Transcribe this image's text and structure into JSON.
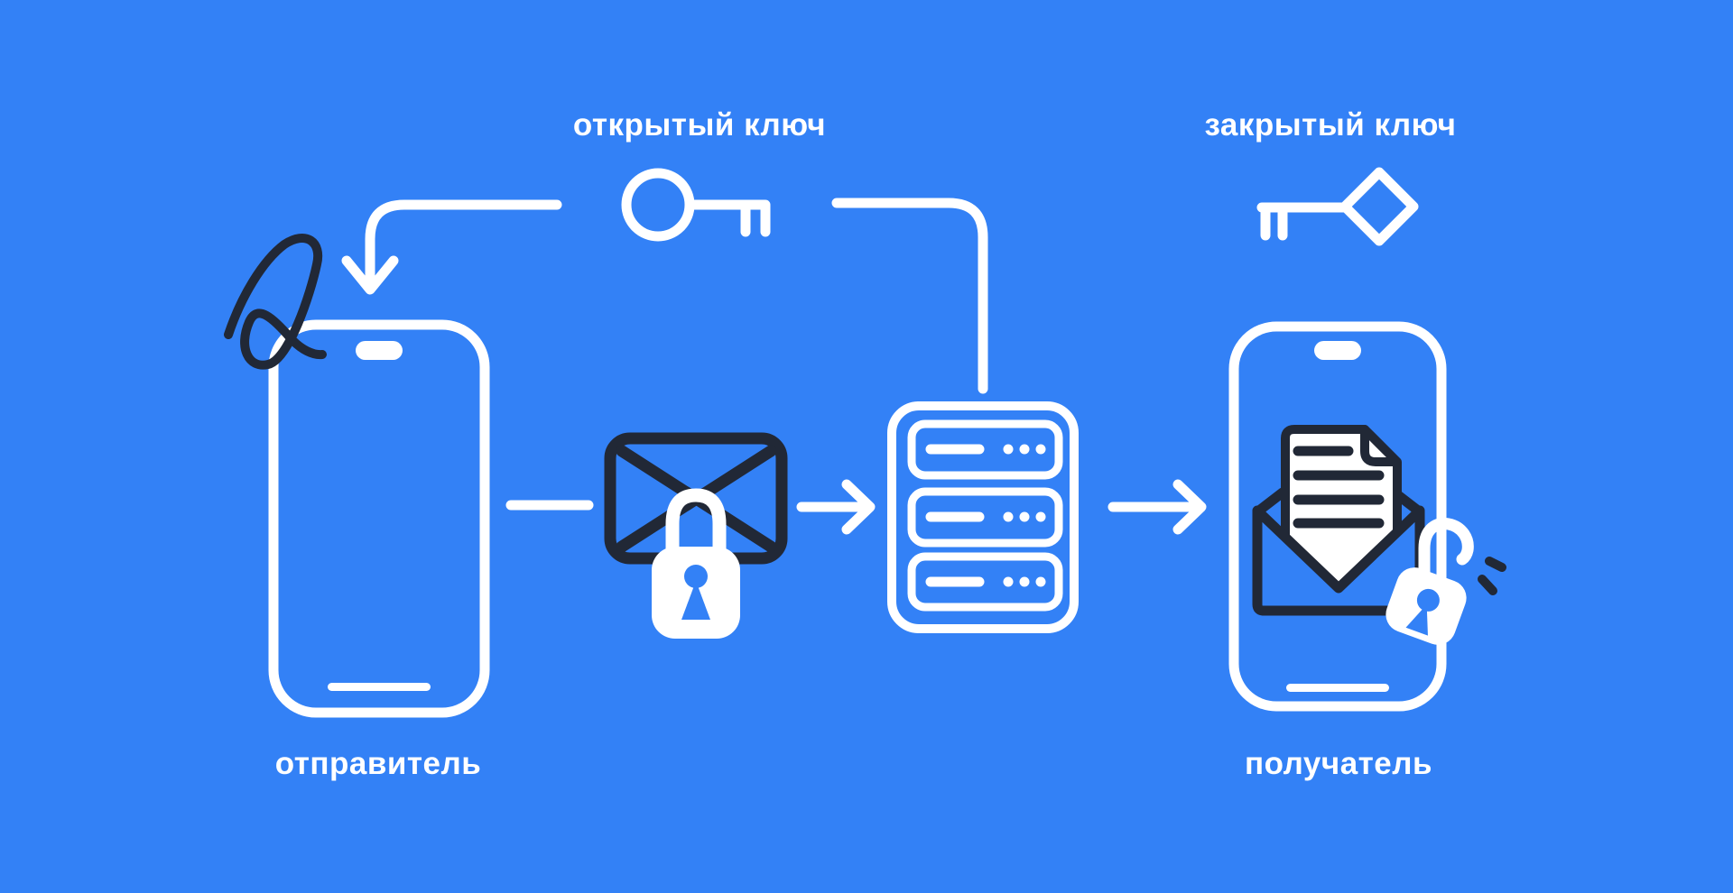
{
  "colors": {
    "background": "#3381F6",
    "line_light": "#FFFFFF",
    "line_dark": "#212836"
  },
  "labels": {
    "public_key": "открытый ключ",
    "private_key": "закрытый ключ",
    "sender": "отправитель",
    "receiver": "получатель"
  },
  "icons": [
    "public-key-icon",
    "private-key-icon",
    "sender-phone-icon",
    "scribble-mark",
    "encrypted-envelope-icon",
    "locked-padlock-icon",
    "server-icon",
    "receiver-phone-icon",
    "open-envelope-icon",
    "document-icon",
    "unlocked-padlock-icon",
    "down-arrow-icon",
    "right-arrow-icon"
  ]
}
